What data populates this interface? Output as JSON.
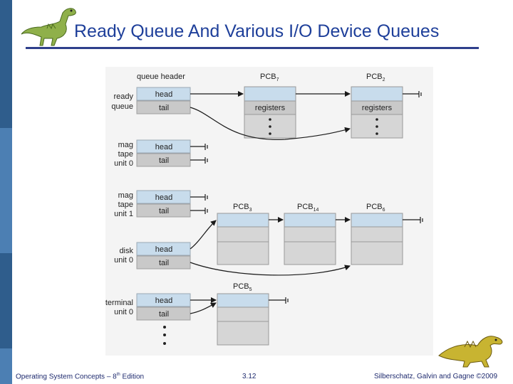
{
  "slide": {
    "title": "Ready Queue And Various I/O Device Queues",
    "footer_left_pre": "Operating System Concepts – 8",
    "footer_left_sup": "th",
    "footer_left_post": " Edition",
    "footer_center": "3.12",
    "footer_right": "Silberschatz, Galvin and Gagne ©2009"
  },
  "diagram": {
    "column_header": "queue header",
    "head_label": "head",
    "tail_label": "tail",
    "registers_label": "registers",
    "queues": [
      {
        "line1": "ready",
        "line2": "queue",
        "line3": ""
      },
      {
        "line1": "mag",
        "line2": "tape",
        "line3": "unit 0"
      },
      {
        "line1": "mag",
        "line2": "tape",
        "line3": "unit 1"
      },
      {
        "line1": "disk",
        "line2": "unit 0",
        "line3": ""
      },
      {
        "line1": "terminal",
        "line2": "unit 0",
        "line3": ""
      }
    ],
    "pcbs": [
      {
        "base": "PCB",
        "sub": "7"
      },
      {
        "base": "PCB",
        "sub": "2"
      },
      {
        "base": "PCB",
        "sub": "3"
      },
      {
        "base": "PCB",
        "sub": "14"
      },
      {
        "base": "PCB",
        "sub": "6"
      },
      {
        "base": "PCB",
        "sub": "5"
      }
    ],
    "colors": {
      "cell_blue": "#c8dcec",
      "cell_gray": "#c9c9c9",
      "pcb_frame": "#d6d6d6",
      "line": "#1a1a1a"
    }
  }
}
